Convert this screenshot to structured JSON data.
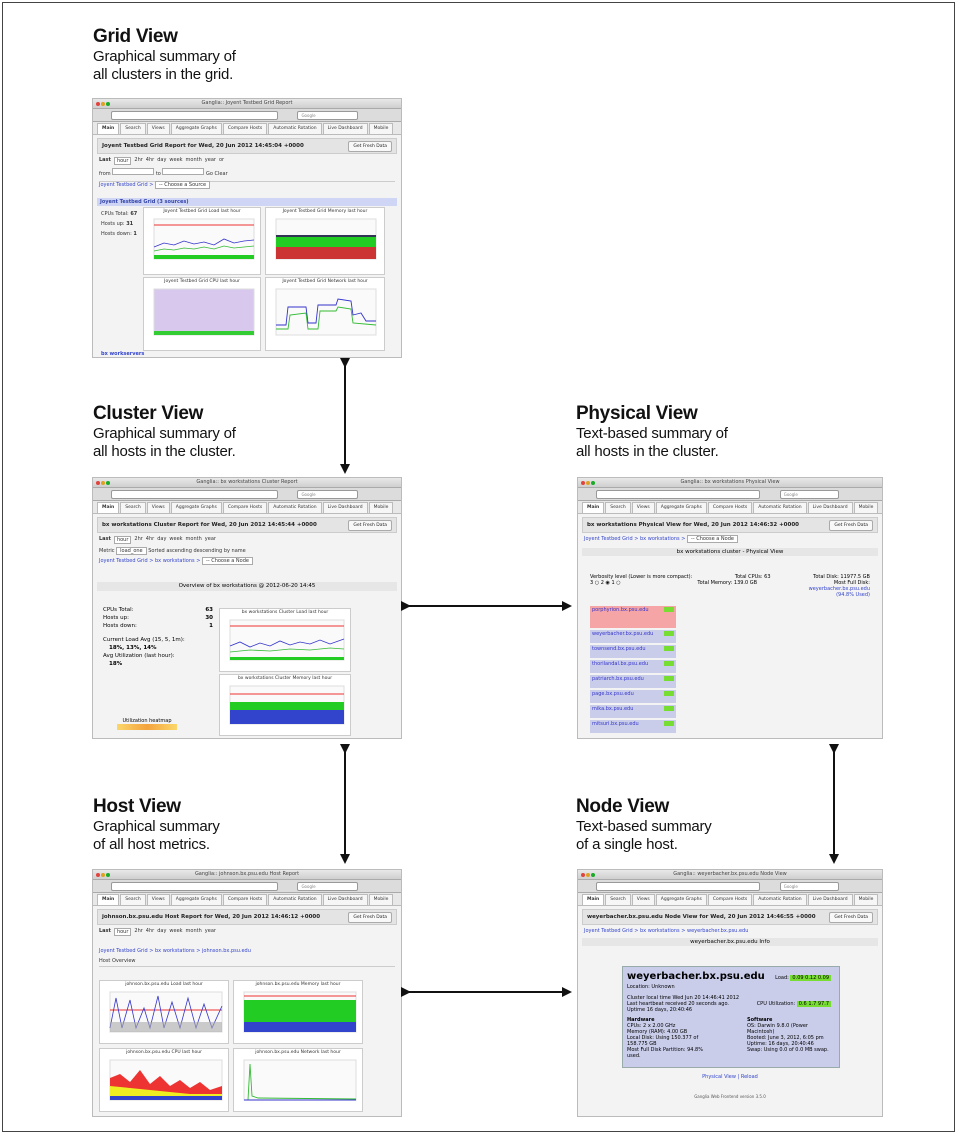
{
  "views": {
    "grid": {
      "title": "Grid View",
      "desc1": "Graphical summary of",
      "desc2": "all clusters in the grid."
    },
    "cluster": {
      "title": "Cluster View",
      "desc1": "Graphical summary of",
      "desc2": "all hosts in the cluster."
    },
    "physical": {
      "title": "Physical View",
      "desc1": "Text-based summary of",
      "desc2": "all hosts in the cluster."
    },
    "host": {
      "title": "Host View",
      "desc1": "Graphical summary",
      "desc2": "of all host metrics."
    },
    "node": {
      "title": "Node View",
      "desc1": "Text-based summary",
      "desc2": "of a single host."
    }
  },
  "tabs": [
    "Main",
    "Search",
    "Views",
    "Aggregate Graphs",
    "Compare Hosts",
    "Automatic Rotation",
    "Live Dashboard",
    "Mobile"
  ],
  "shots": {
    "grid": {
      "window": "Ganglia:: Joyent Testbed Grid Report",
      "report": "Joyent Testbed Grid Report for Wed, 20 Jun 2012 14:45:04 +0000",
      "section": "Joyent Testbed Grid (3 sources)",
      "g1": "Joyent Testbed Grid Load last hour",
      "g2": "Joyent Testbed Grid Memory last hour",
      "g3": "Joyent Testbed Grid CPU last hour",
      "g4": "Joyent Testbed Grid Network last hour",
      "cpus": "67",
      "hosts_up": "31",
      "hosts_down": "1",
      "next": "bx workservers"
    },
    "cluster": {
      "window": "Ganglia:: bx workstations Cluster Report",
      "report": "bx workstations Cluster Report for Wed, 20 Jun 2012 14:45:44 +0000",
      "overview": "Overview of bx workstations @ 2012-06-20 14:45",
      "cpus_label": "CPUs Total:",
      "cpus": "63",
      "up_label": "Hosts up:",
      "up": "30",
      "down_label": "Hosts down:",
      "down": "1",
      "load_label": "Current Load Avg (15, 5, 1m):",
      "load": "18%, 13%, 14%",
      "util_label": "Avg Utilization (last hour):",
      "util": "18%",
      "heatmap": "Utilization heatmap",
      "g1": "bx workstations Cluster Load last hour",
      "g2": "bx workstations Cluster Memory last hour"
    },
    "physical": {
      "window": "Ganglia:: bx workstations Physical View",
      "report": "bx workstations Physical View for Wed, 20 Jun 2012 14:46:32 +0000",
      "head": "bx workstations cluster - Physical View",
      "verbosity": "Verbosity level (Lower is more compact):",
      "total_cpus": "Total CPUs: 63",
      "total_mem": "Total Memory: 139.0 GB",
      "total_disk": "Total Disk: 11977.5 GB",
      "most_full": "Most Full Disk:",
      "most_full_host": "weyerbacher.bx.psu.edu",
      "most_full_pct": "(94.8% Used)",
      "hosts": [
        "porphyrion.bx.psu.edu",
        "weyerbacher.bx.psu.edu",
        "townsend.bx.psu.edu",
        "thorilandal.bx.psu.edu",
        "patriarch.bx.psu.edu",
        "page.bx.psu.edu",
        "mika.bx.psu.edu",
        "mitsuri.bx.psu.edu"
      ]
    },
    "host": {
      "window": "Ganglia:: johnson.bx.psu.edu Host Report",
      "report": "johnson.bx.psu.edu Host Report for Wed, 20 Jun 2012 14:46:12 +0000",
      "crumb": "Joyent Testbed Grid > bx workstations > johnson.bx.psu.edu",
      "overview": "Host Overview",
      "g1": "johnson.bx.psu.edu Load last hour",
      "g2": "johnson.bx.psu.edu Memory last hour",
      "g3": "johnson.bx.psu.edu CPU last hour",
      "g4": "johnson.bx.psu.edu Network last hour"
    },
    "node": {
      "window": "Ganglia:: weyerbacher.bx.psu.edu Node View",
      "report": "weyerbacher.bx.psu.edu Node View for Wed, 20 Jun 2012 14:46:55 +0000",
      "crumb": "Joyent Testbed Grid > bx workstations > weyerbacher.bx.psu.edu",
      "info": "weyerbacher.bx.psu.edu Info",
      "host": "weyerbacher.bx.psu.edu",
      "location": "Location: Unknown",
      "local": "Cluster local time Wed Jun 20 14:46:41 2012",
      "heartbeat": "Last heartbeat received 20 seconds ago.",
      "uptime": "Uptime 16 days, 20:40:46",
      "hw": "Hardware",
      "sw": "Software",
      "cpus": "CPUs: 2 x 2.00 GHz",
      "mem": "Memory (RAM): 4.00 GB",
      "disk": "Local Disk: Using 150.377 of 158.775 GB",
      "full": "Most Full Disk Partition: 94.8% used.",
      "os": "OS: Darwin 9.8.0 (Power Macintosh)",
      "booted": "Booted: June 3, 2012, 6:05 pm",
      "upt": "Uptime: 16 days, 20:40:46",
      "swap": "Swap: Using 0.0 of 0.0 MB swap.",
      "load": "Load:",
      "cpu_util": "CPU Utilization:",
      "links": "Physical View | Reload",
      "footer": "Ganglia Web Frontend version 3.5.0"
    }
  }
}
